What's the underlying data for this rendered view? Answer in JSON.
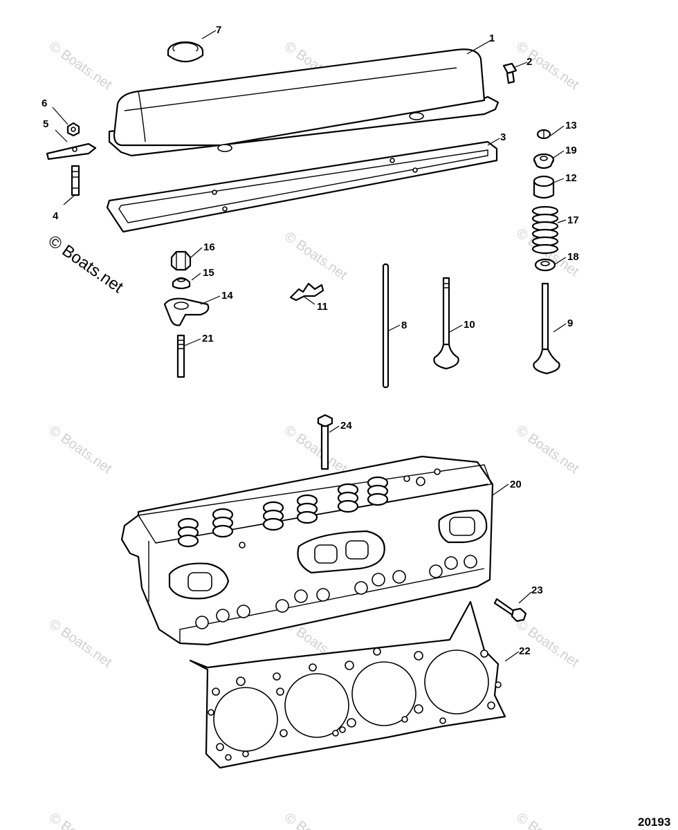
{
  "diagram": {
    "figure_number": "20193",
    "watermark_text": "© Boats.net",
    "callouts": [
      "1",
      "2",
      "3",
      "4",
      "5",
      "6",
      "7",
      "8",
      "9",
      "10",
      "11",
      "12",
      "13",
      "14",
      "15",
      "16",
      "17",
      "18",
      "19",
      "20",
      "21",
      "22",
      "23",
      "24"
    ],
    "parts": [
      "rocker-cover",
      "bolt",
      "rocker-cover-gasket",
      "stud",
      "clip",
      "nut",
      "oil-filler-cap",
      "push-rod",
      "intake-valve",
      "exhaust-valve",
      "guide-plate",
      "valve-spring-cap",
      "valve-key",
      "rocker-arm",
      "rocker-ball",
      "rocker-nut",
      "valve-spring",
      "spring-shim",
      "valve-seal",
      "cylinder-head",
      "rocker-stud",
      "head-gasket",
      "head-bolt",
      "head-bolt"
    ]
  }
}
